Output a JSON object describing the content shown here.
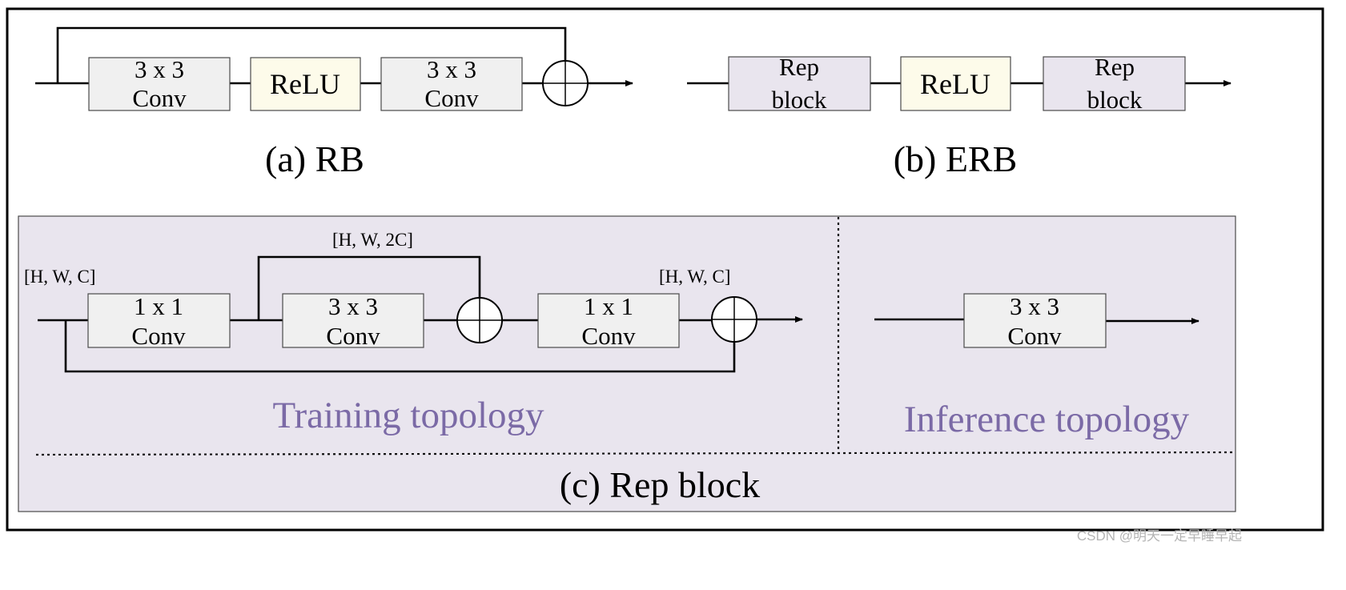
{
  "colors": {
    "conv_fill": "#f0f0f0",
    "relu_fill": "#fdfbea",
    "rep_fill": "#e9e5ee",
    "panel_fill": "#e9e5ee",
    "topology_text": "#7b6aa6"
  },
  "rb": {
    "conv1": [
      "3 x 3",
      "Conv"
    ],
    "relu": "ReLU",
    "conv2": [
      "3 x 3",
      "Conv"
    ],
    "caption": "(a) RB"
  },
  "erb": {
    "rep1": [
      "Rep",
      "block"
    ],
    "relu": "ReLU",
    "rep2": [
      "Rep",
      "block"
    ],
    "caption": "(b) ERB"
  },
  "rep_block": {
    "training": {
      "input_dim": "[H, W, C]",
      "mid_dim": "[H, W, 2C]",
      "output_dim": "[H, W, C]",
      "conv_a": [
        "1 x 1",
        "Conv"
      ],
      "conv_b": [
        "3 x 3",
        "Conv"
      ],
      "conv_c": [
        "1 x 1",
        "Conv"
      ],
      "label": "Training topology"
    },
    "inference": {
      "conv": [
        "3 x 3",
        "Conv"
      ],
      "label": "Inference topology"
    },
    "caption": "(c) Rep block"
  },
  "watermark": "CSDN @明天一定早睡早起"
}
